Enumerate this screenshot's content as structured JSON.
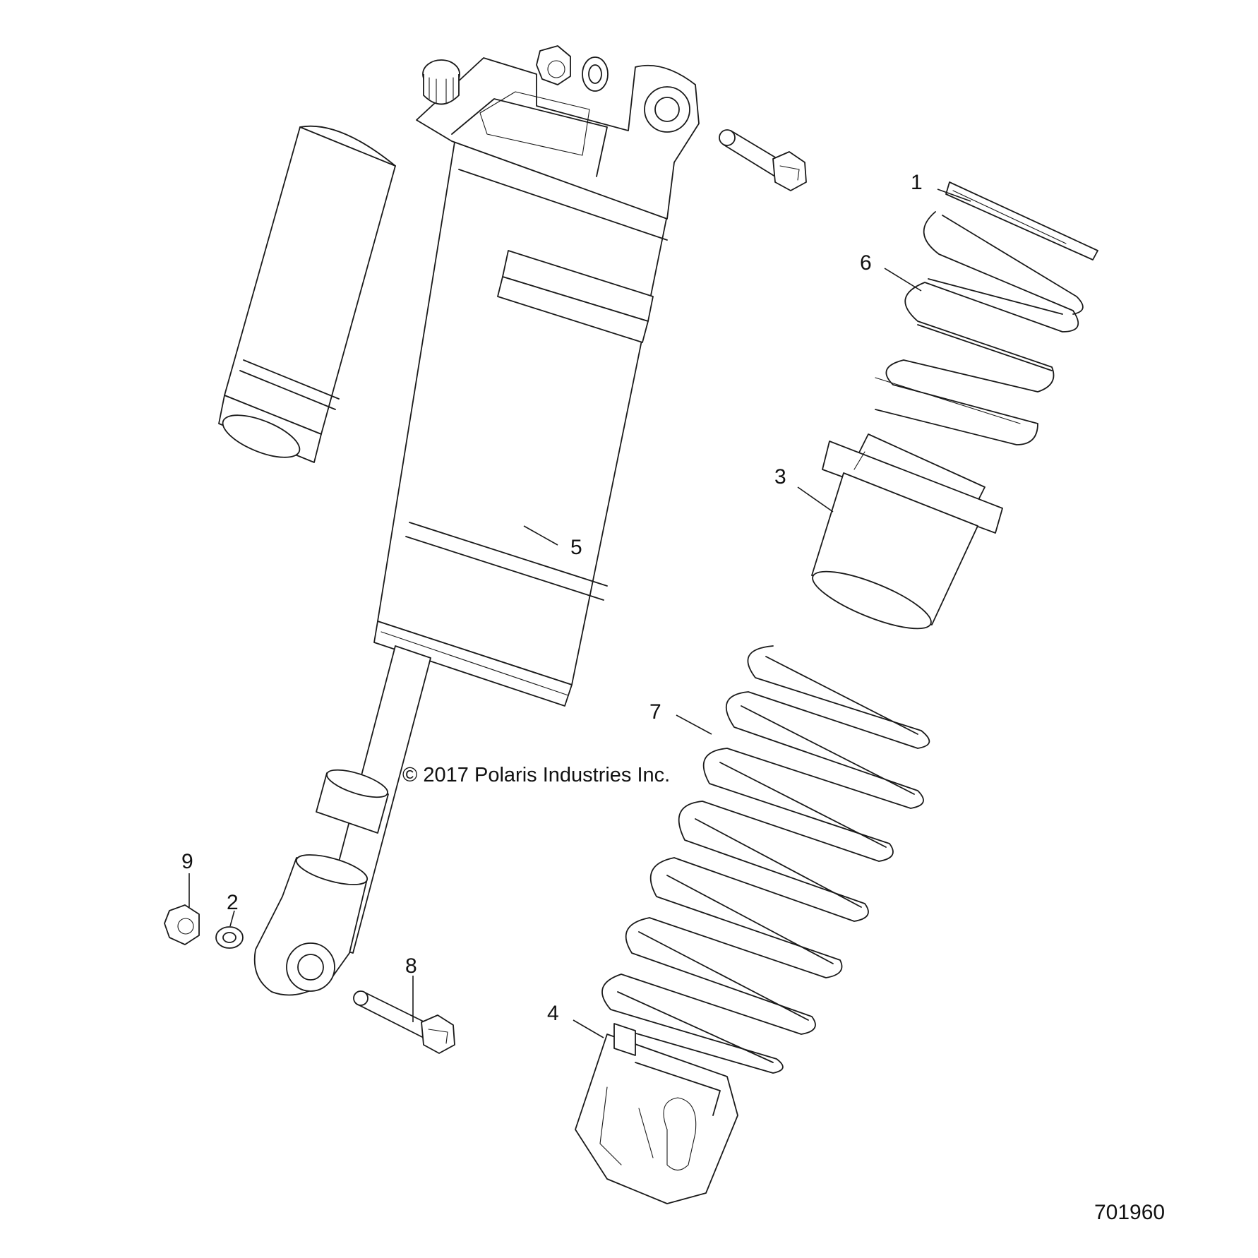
{
  "copyright": "© 2017 Polaris Industries Inc.",
  "diagram_number": "701960",
  "callouts": [
    {
      "id": "1",
      "label": "1"
    },
    {
      "id": "2",
      "label": "2"
    },
    {
      "id": "3",
      "label": "3"
    },
    {
      "id": "4",
      "label": "4"
    },
    {
      "id": "5",
      "label": "5"
    },
    {
      "id": "6",
      "label": "6"
    },
    {
      "id": "7",
      "label": "7"
    },
    {
      "id": "8",
      "label": "8"
    },
    {
      "id": "9",
      "label": "9"
    }
  ]
}
